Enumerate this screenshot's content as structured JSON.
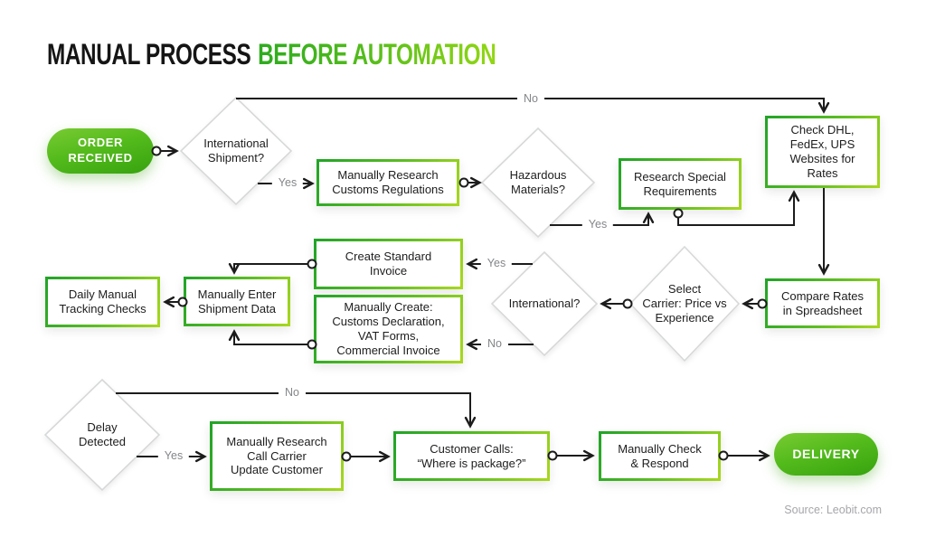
{
  "title": {
    "prefix": "MANUAL PROCESS",
    "highlight": "BEFORE AUTOMATION"
  },
  "nodes": {
    "order_received": "ORDER\nRECEIVED",
    "international_shipment": "International\nShipment?",
    "research_customs": "Manually Research\nCustoms Regulations",
    "hazardous_materials": "Hazardous\nMaterials?",
    "special_requirements": "Research Special\nRequirements",
    "check_websites": "Check DHL,\nFedEx, UPS\nWebsites for\nRates",
    "compare_rates": "Compare Rates\nin Spreadsheet",
    "select_carrier": "Select\nCarrier: Price vs\nExperience",
    "international": "International?",
    "standard_invoice": "Create Standard\nInvoice",
    "manual_create": "Manually Create:\nCustoms Declaration,\nVAT Forms,\nCommercial Invoice",
    "enter_shipment": "Manually Enter\nShipment Data",
    "tracking_checks": "Daily Manual\nTracking Checks",
    "delay_detected": "Delay\nDetected",
    "call_carrier": "Manually Research\nCall Carrier\nUpdate Customer",
    "customer_calls": "Customer Calls:\n“Where is package?”",
    "check_respond": "Manually Check\n& Respond",
    "delivery": "DELIVERY"
  },
  "edge_labels": {
    "shipment_no": "No",
    "shipment_yes": "Yes",
    "hazmat_yes": "Yes",
    "intl_yes": "Yes",
    "intl_no": "No",
    "delay_no": "No",
    "delay_yes": "Yes"
  },
  "source_credit": "Source: Leobit.com",
  "colors": {
    "accent_green_dark": "#2fa514",
    "accent_green_light": "#93d714",
    "line_black": "#1c1c1c",
    "diamond_stroke": "#d7d8d9",
    "edge_label_gray": "#84868a"
  }
}
